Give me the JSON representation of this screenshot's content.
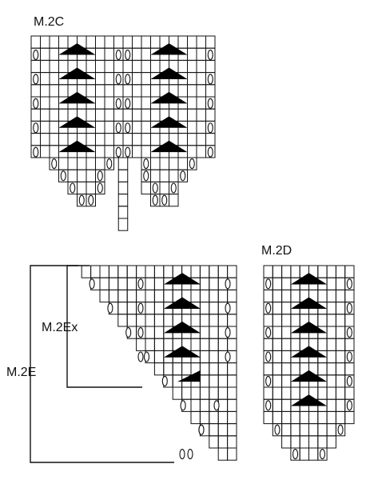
{
  "labels": {
    "m2c": "M.2C",
    "m2d": "M.2D",
    "m2ex": "M.2Ex",
    "m2e": "M.2E"
  },
  "legend_symbols": {
    "yarn_over": "oval",
    "decrease": "black-triangle"
  },
  "colors": {
    "grid": "#111111",
    "fill": "#000000",
    "background": "#ffffff"
  }
}
